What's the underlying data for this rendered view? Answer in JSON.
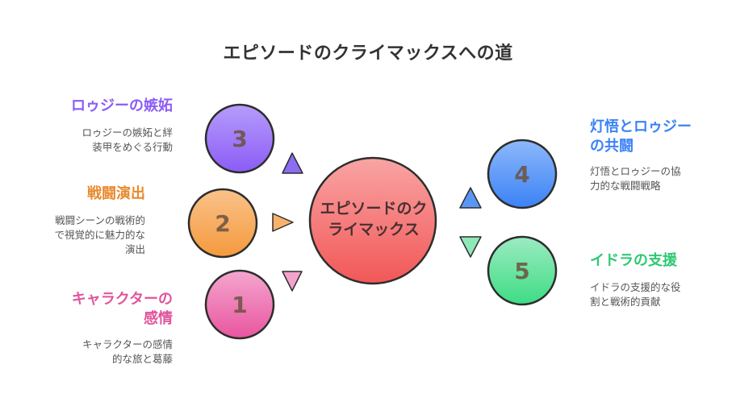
{
  "title": "エピソードのクライマックスへの道",
  "center": {
    "line1": "エピソードのク",
    "line2": "ライマックス",
    "color": "#f25c5c"
  },
  "nodes": {
    "n3": {
      "number": "3",
      "title": "ロゥジーの嫉妬",
      "desc_line1": "ロゥジーの嫉妬と絆",
      "desc_line2": "装甲をめぐる行動",
      "color": "#8b5cf6"
    },
    "n2": {
      "number": "2",
      "title": "戦闘演出",
      "desc_line1": "戦闘シーンの戦術的",
      "desc_line2": "で視覚的に魅力的な",
      "desc_line3": "演出",
      "color": "#f29a3f"
    },
    "n1": {
      "number": "1",
      "title_line1": "キャラクターの",
      "title_line2": "感情",
      "desc_line1": "キャラクターの感情",
      "desc_line2": "的な旅と葛藤",
      "color": "#e0549c"
    },
    "n4": {
      "number": "4",
      "title_line1": "灯悟とロゥジー",
      "title_line2": "の共闘",
      "desc_line1": "灯悟とロゥジーの協",
      "desc_line2": "力的な戦闘戦略",
      "color": "#3b82f6"
    },
    "n5": {
      "number": "5",
      "title": "イドラの支援",
      "desc_line1": "イドラの支援的な役",
      "desc_line2": "割と戦術的貢献",
      "color": "#34d37f"
    }
  }
}
